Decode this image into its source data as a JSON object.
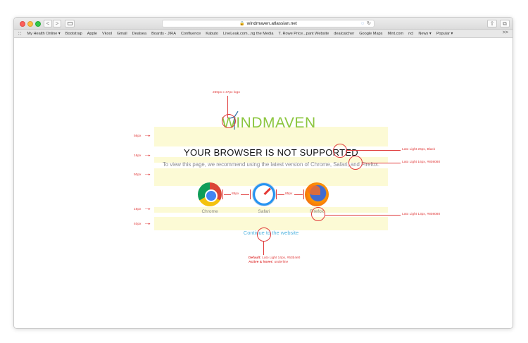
{
  "browser": {
    "url": "windmaven.atlassian.net",
    "nav_back": "<",
    "nav_forward": ">",
    "bookmarks": [
      "My Health Online ▾",
      "Bootstrap",
      "Apple",
      "Vkool",
      "Gmail",
      "Dealsea",
      "Boards - JIRA",
      "Confluence",
      "Kabuto",
      "LiveLeak.com...ng the Media",
      "T. Rowe Price...pant Website",
      "dealcatcher",
      "Google Maps",
      "Mint.com",
      "ncl",
      "News ▾",
      "Popular ▾"
    ],
    "bookmarks_more": ">>"
  },
  "page": {
    "logo_text": "WINDMAVEN",
    "headline": "YOUR BROWSER IS NOT SUPPORTED",
    "subtext": "To view this page, we recommend using the latest version of Chrome, Safari, and Firefox.",
    "browsers": [
      {
        "name": "Chrome",
        "icon": "chrome-icon"
      },
      {
        "name": "Safari",
        "icon": "safari-icon"
      },
      {
        "name": "Firefox",
        "icon": "firefox-icon"
      }
    ],
    "continue_link": "Continue to the website"
  },
  "annotations": {
    "logo_size": "250px x 47px logo",
    "spacing_56": "56px",
    "spacing_16a": "16px",
    "spacing_50": "50px",
    "spacing_16b": "16px",
    "spacing_40": "40px",
    "gap_85a": "85px",
    "gap_85b": "85px",
    "headline_style": "Lato Light 26px, Black",
    "subtext_style": "Lato Light 16px, #808080",
    "label_style": "Lato Light 13px, #808080",
    "link_default": "Default:",
    "link_default_style": "Lato Light 14px, #53b4e0",
    "link_active": "Active & hover:",
    "link_active_style": "underline"
  },
  "colors": {
    "logo": "#8cc63f",
    "link": "#53b4e0",
    "annotation": "#e03a3a",
    "band": "#fcfad5"
  }
}
